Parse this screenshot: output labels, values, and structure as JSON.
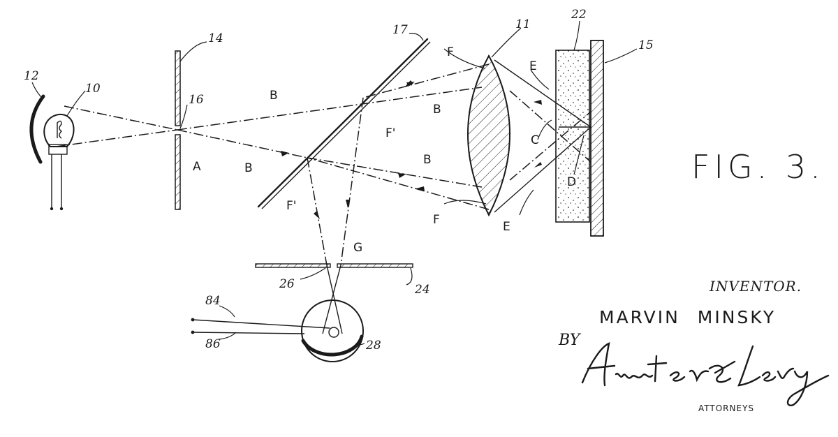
{
  "figure": {
    "label": "FIG. 3."
  },
  "reference_numerals": {
    "n10": "10",
    "n11": "11",
    "n12": "12",
    "n14": "14",
    "n15": "15",
    "n16": "16",
    "n17": "17",
    "n22": "22",
    "n24": "24",
    "n26": "26",
    "n28": "28",
    "n84": "84",
    "n86": "86"
  },
  "ray_labels": {
    "A": "A",
    "B1": "B",
    "B2": "B",
    "B3": "B",
    "B4": "B",
    "C": "C",
    "D": "D",
    "E1": "E",
    "E2": "E",
    "F1": "F",
    "F2": "F",
    "Fp1": "F'",
    "Fp2": "F'",
    "G": "G"
  },
  "signature_block": {
    "caption": "INVENTOR.",
    "inventor_name": "MARVIN MINSKY",
    "by": "BY",
    "signature": "Amster & Levy",
    "attorneys": "ATTORNEYS"
  },
  "colors": {
    "ink": "#1a1a1a",
    "paper": "#ffffff"
  }
}
